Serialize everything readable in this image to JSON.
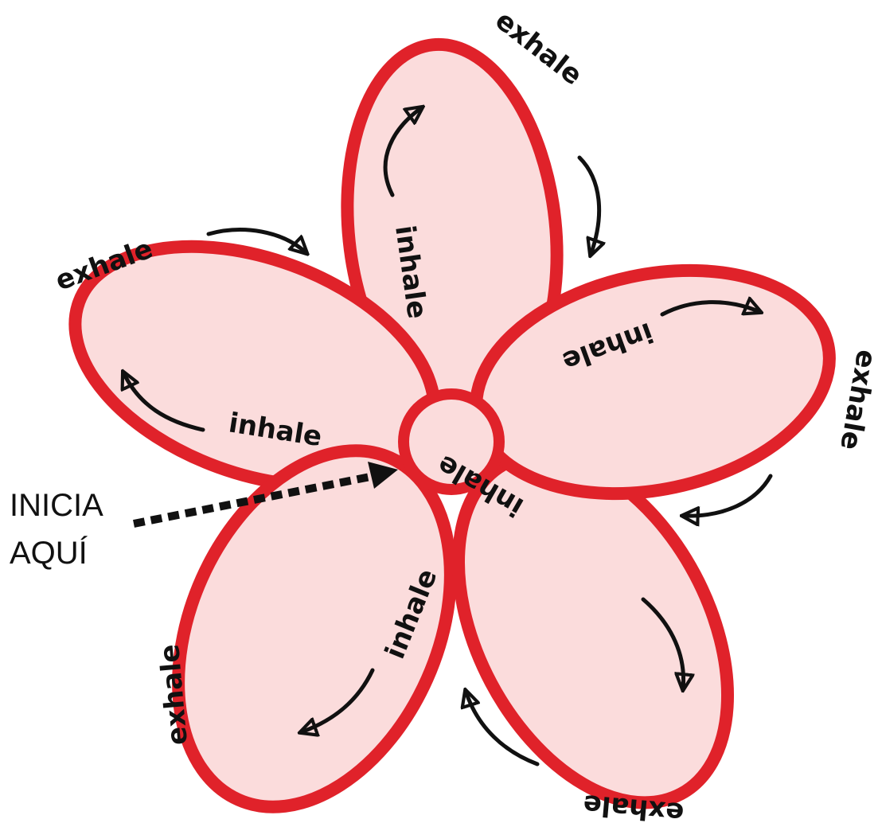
{
  "diagram": {
    "inhale_label": "inhale",
    "exhale_label": "exhale",
    "start_label_line1": "INICIA",
    "start_label_line2": "AQUÍ",
    "colors": {
      "petal_fill": "#fbdcdc",
      "petal_stroke": "#e0222a",
      "text": "#111111"
    }
  }
}
